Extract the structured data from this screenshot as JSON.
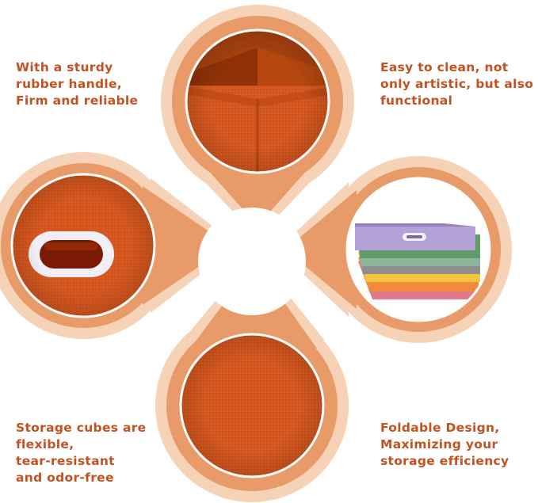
{
  "captions": {
    "handle": [
      "With a sturdy",
      "rubber handle,",
      "Firm and reliable"
    ],
    "clean": [
      "Easy to clean, not",
      "only artistic, but also",
      "functional"
    ],
    "fabric": [
      "Storage cubes are",
      "flexible,",
      "tear-resistant",
      "and odor-free"
    ],
    "foldable": [
      "Foldable Design,",
      "Maximizing your",
      "storage efficiency"
    ]
  },
  "colors": {
    "accent_text": "#c2521f",
    "petal_outer": "#f6d3b6",
    "petal_inner": "#e99a69",
    "fabric": "#d5561f",
    "fabric_dark": "#a83e12",
    "handle": "#f1eef5",
    "bin_purple": "#b4a1d8"
  },
  "icons": {
    "top": "fabric-corner-photo",
    "left": "rubber-handle-photo",
    "right": "folded-bins-photo",
    "bottom": "fabric-texture-photo"
  }
}
